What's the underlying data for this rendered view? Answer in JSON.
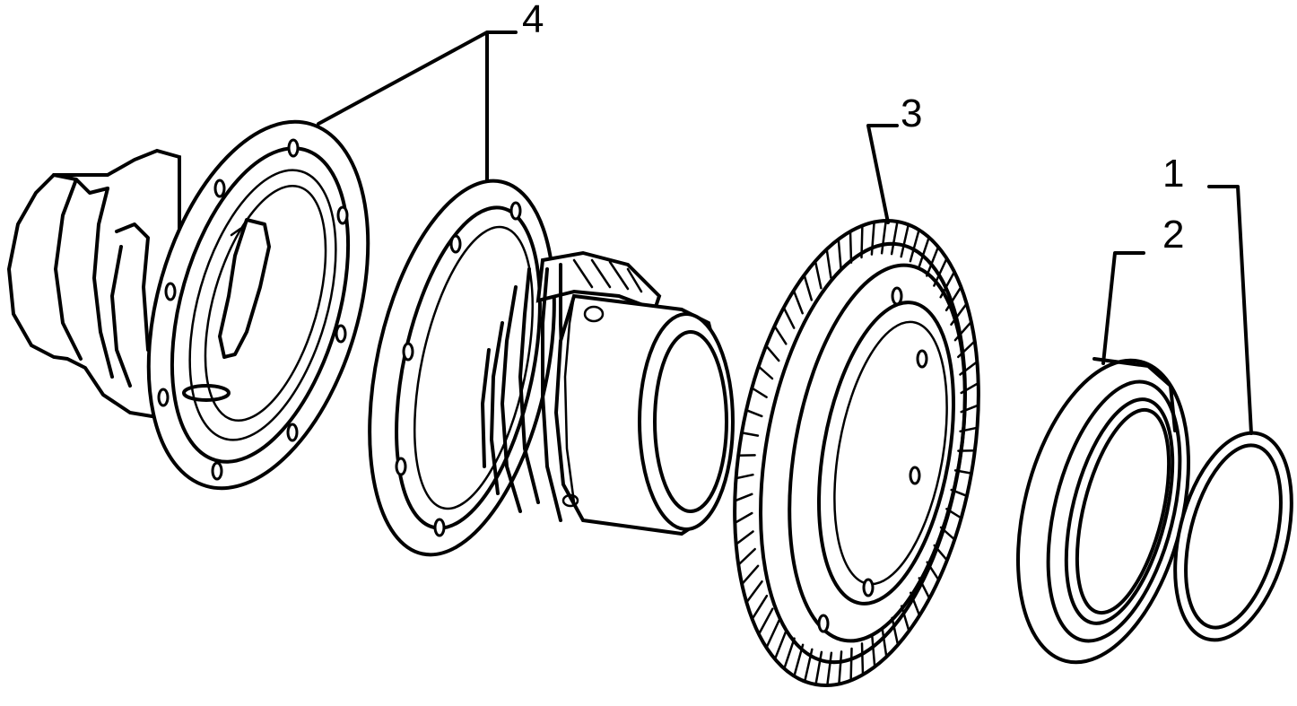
{
  "diagram": {
    "background": "#ffffff",
    "ink": "#000000",
    "callouts": [
      {
        "id": "4",
        "label": "4",
        "part": "differential-housing-halves"
      },
      {
        "id": "3",
        "label": "3",
        "part": "ring-gear"
      },
      {
        "id": "2",
        "label": "2",
        "part": "bearing"
      },
      {
        "id": "1",
        "label": "1",
        "part": "shim-ring"
      }
    ]
  }
}
